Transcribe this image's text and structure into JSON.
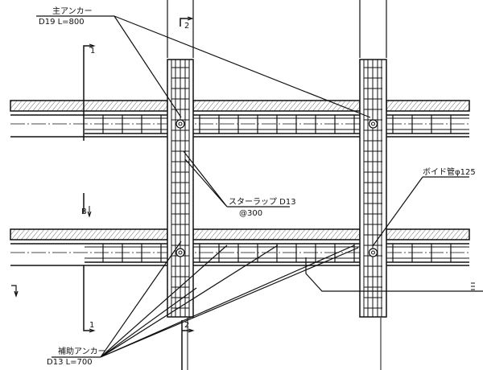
{
  "labels": {
    "main_anchor_title": "主アンカー",
    "main_anchor_spec": "D19 L=800",
    "stirrup_title": "スターラップ D13",
    "stirrup_spacing": "@300",
    "void_pipe": "ボイド管φ125",
    "aux_anchor_title": "補助アンカー",
    "aux_anchor_spec": "D13 L=700"
  },
  "section_marks": {
    "sec1_top": "1",
    "sec1_bottom": "1",
    "sec2_top": "2",
    "sec2_bottom": "2",
    "secB": "B"
  },
  "colors": {
    "line": "#111111",
    "background": "#ffffff"
  }
}
